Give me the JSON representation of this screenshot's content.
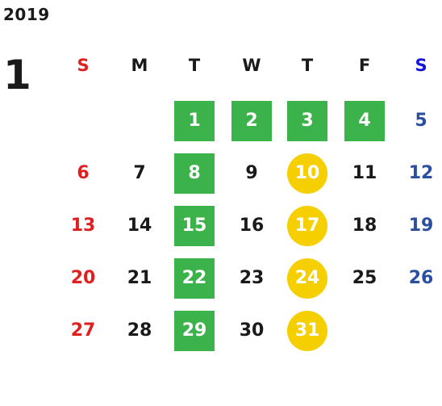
{
  "calendar": {
    "year": "2019",
    "month": "1",
    "weekdays": [
      "S",
      "M",
      "T",
      "W",
      "T",
      "F",
      "S"
    ],
    "start_weekday_index": 2,
    "days": [
      "1",
      "2",
      "3",
      "4",
      "5",
      "6",
      "7",
      "8",
      "9",
      "10",
      "11",
      "12",
      "13",
      "14",
      "15",
      "16",
      "17",
      "18",
      "19",
      "20",
      "21",
      "22",
      "23",
      "24",
      "25",
      "26",
      "27",
      "28",
      "29",
      "30",
      "31"
    ],
    "green_square_days": [
      1,
      2,
      3,
      4,
      8,
      15,
      22,
      29
    ],
    "yellow_circle_days": [
      10,
      17,
      24,
      31
    ],
    "colors": {
      "default_text": "#1a1a1a",
      "sunday": "#e02020",
      "saturday_day": "#2a4ea0",
      "saturday_header": "#1616d8",
      "green_square": "#3cb34a",
      "yellow_circle": "#f6cf00",
      "highlight_text": "#ffffff"
    }
  }
}
